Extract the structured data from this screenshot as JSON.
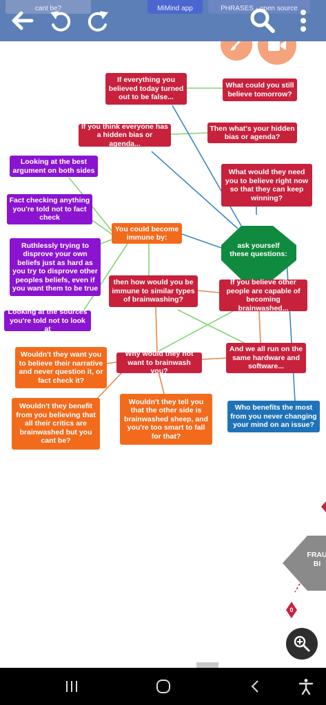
{
  "toolbar": {
    "peek_left": "cant be?",
    "peek_middle": "MiMind app",
    "peek_right": "PHRASES - open source"
  },
  "nodes": {
    "if_everything": "If everything you believed today turned out to be false...",
    "what_could": "What could you still believe tomorrow?",
    "if_think_bias": "If you think everyone has a hidden bias or agenda...",
    "then_whats": "Then what's your hidden bias or agenda?",
    "looking_best": "Looking at the best argument on both sides",
    "what_would_need": "What would they need you to believe right now so that they can keep winning?",
    "fact_checking": "Fact checking anything you're told not to fact check",
    "you_could": "You could become immune by:",
    "ask_yourself": "ask yourself these questions:",
    "ruthlessly": "Ruthlessly trying to disprove your own beliefs just as hard as you try to disprove other peoples beliefs, even if you want them to be true",
    "then_how": "then how would you be immune to similar types of brainwashing?",
    "if_believe_other": "If you believe other people are capable of becoming brainwashed...",
    "looking_sources": "Looking at the sources you're told not to look at",
    "and_we_all": "And we all run on the same hardware and software...",
    "wouldnt_want": "Wouldn't they want you to believe their narrative and never question it, or fact check it?",
    "why_would_not": "Why would they not want to brainwash you?",
    "wouldnt_benefit": "Wouldn't they benefit from you believing that all their critics are brainwashed but you cant be?",
    "wouldnt_tell": "Wouldn't they tell you that the other side is brainwashed sheep, and you're too smart to fall for that?",
    "who_benefits": "Who benefits the most from you never changing your mind on an issue?",
    "fraud_partial": "FRAU BI",
    "badge_zero": "0"
  },
  "colors": {
    "toolbar": "#5b7fb6",
    "red_node": "#c8213c",
    "purple_node": "#8a14d0",
    "orange_node": "#f26b1d",
    "blue_node": "#1e73b8",
    "green_node": "#0f8a3e",
    "fab": "#f5a37c",
    "edge_green": "#7fd66f",
    "edge_blue": "#3a86c8",
    "edge_orange": "#e0884c"
  },
  "icons": [
    "back-arrow-icon",
    "undo-icon",
    "redo-icon",
    "search-icon",
    "more-vert-icon",
    "brush-icon",
    "video-icon",
    "zoom-in-icon",
    "recents-icon",
    "home-icon",
    "back-nav-icon",
    "accessibility-icon"
  ]
}
